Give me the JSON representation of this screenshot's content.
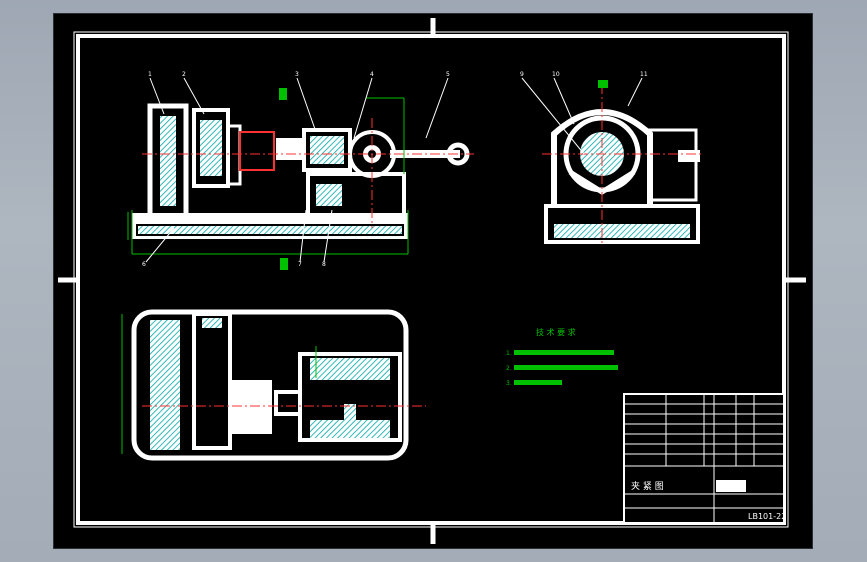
{
  "drawing": {
    "part_numbers": [
      "1",
      "2",
      "3",
      "4",
      "5",
      "6",
      "7",
      "8",
      "9",
      "10",
      "11"
    ],
    "tech_requirements": {
      "title": "技 术 要 求",
      "lines": [
        "1.",
        "2.",
        "3."
      ]
    },
    "title_block": {
      "name_cell": "夹 紧 图",
      "code": "LB101-22"
    }
  },
  "colors": {
    "background": "#000000",
    "outline": "#ffffff",
    "hatch": "#00c0c0",
    "dimension": "#00c000",
    "centerline": "#ff3030",
    "magenta": "#ff40ff"
  }
}
